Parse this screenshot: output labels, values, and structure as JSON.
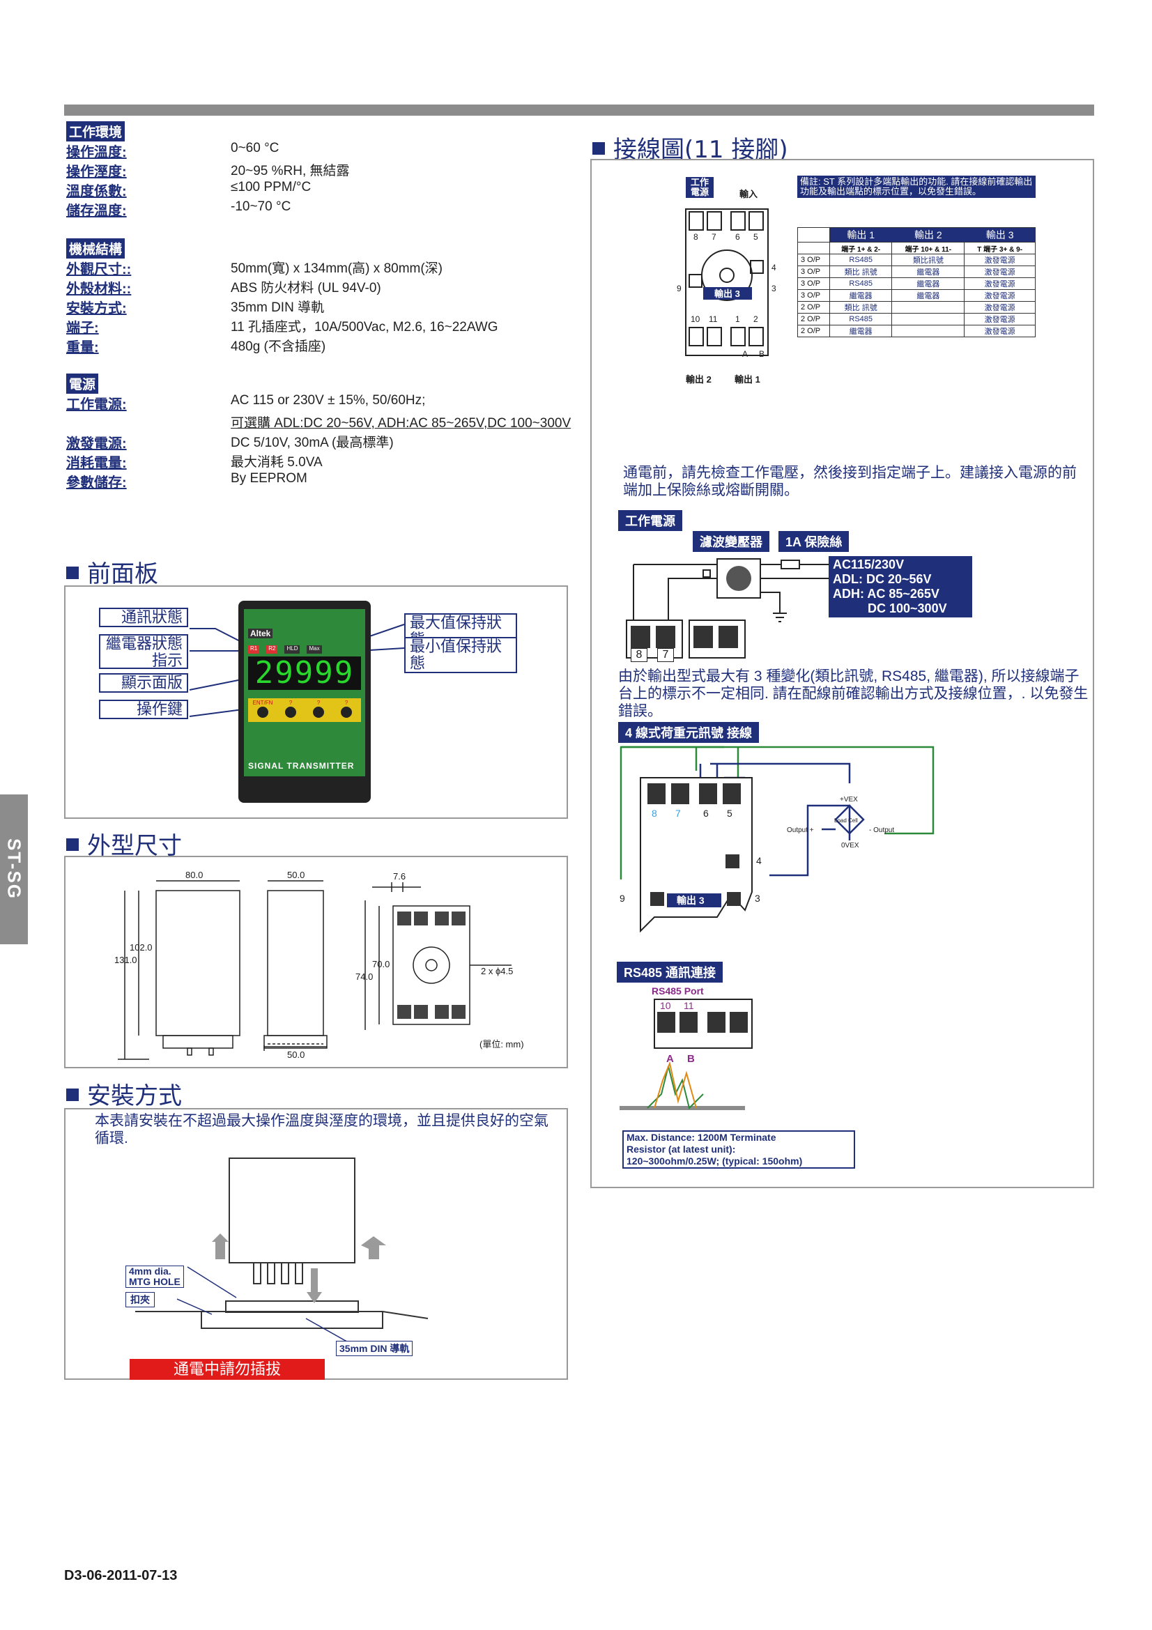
{
  "spec": {
    "env_header": "工作環境",
    "env": [
      {
        "label": "操作溫度:",
        "value": "0~60 °C"
      },
      {
        "label": "操作溼度:",
        "value": "20~95 %RH, 無結露"
      },
      {
        "label": "溫度係數:",
        "value": "≤100 PPM/°C"
      },
      {
        "label": "儲存溫度:",
        "value": "-10~70 °C"
      }
    ],
    "mech_header": "機械結構",
    "mech": [
      {
        "label": "外觀尺寸::",
        "value": "50mm(寬) x 134mm(高) x 80mm(深)"
      },
      {
        "label": "外殼材料::",
        "value": "ABS 防火材料 (UL 94V-0)"
      },
      {
        "label": "安裝方式:",
        "value": "35mm DIN 導軌"
      },
      {
        "label": "端子:",
        "value": "11 孔插座式，10A/500Vac, M2.6, 16~22AWG"
      },
      {
        "label": "重量:",
        "value": "480g (不含插座)"
      }
    ],
    "power_header": "電源",
    "power_label": "工作電源:",
    "power_value1": "AC 115 or 230V ± 15%, 50/60Hz;",
    "power_value2": "可選購 ADL:DC 20~56V, ADH:AC 85~265V,DC 100~300V",
    "power": [
      {
        "label": "激發電源:",
        "value": "DC 5/10V, 30mA (最高標準)"
      },
      {
        "label": "消耗電量:",
        "value": "最大消耗 5.0VA"
      },
      {
        "label": "參數儲存:",
        "value": "By EEPROM"
      }
    ]
  },
  "front": {
    "title": "前面板",
    "callouts_left": [
      "通訊狀態",
      "繼電器狀態",
      "指示",
      "顯示面版",
      "操作鍵"
    ],
    "callouts_right": [
      "最大值保持狀態",
      "最小值保持狀態"
    ],
    "brand": "Altek",
    "display": "29999",
    "leds": [
      "R1",
      "R2",
      "HLD",
      "Max"
    ],
    "keys": [
      "ENT/FN",
      "?",
      "?",
      "?"
    ],
    "bottom_label": "SIGNAL TRANSMITTER"
  },
  "dims": {
    "title": "外型尺寸",
    "w80": "80.0",
    "w50": "50.0",
    "h102": "102.0",
    "h131": "131.0",
    "w50b": "50.0",
    "w76": "7.6",
    "h70": "70.0",
    "h74": "74.0",
    "hole": "2 x ϕ4.5",
    "unit": "(單位: mm)"
  },
  "install": {
    "title": "安裝方式",
    "text": "本表請安裝在不超過最大操作溫度與溼度的環境，並且提供良好的空氣循環.",
    "hole_label1": "4mm dia.",
    "hole_label2": "MTG HOLE",
    "clip_label": "扣夾",
    "din_label": "35mm DIN 導軌",
    "warning": "通電中請勿插拔"
  },
  "wiring": {
    "title": "接線圖(11 接腳)",
    "power_in": "工作電源",
    "input": "輸入",
    "out3": "輸出 3",
    "out2": "輸出 2",
    "out1": "輸出 1",
    "pins_top": [
      "8",
      "7",
      "6",
      "5"
    ],
    "pins_bottom": [
      "10",
      "11",
      "1",
      "2"
    ],
    "pin4": "4",
    "pin9": "9",
    "pin3": "3",
    "pinA": "A",
    "pinB": "B",
    "note": "備註: ST 系列設計多端點輸出的功能. 請在接線前確認輸出功能及輸出端點的標示位置，以免發生錯誤。",
    "table_head": [
      "輸出 1",
      "輸出 2",
      "輸出 3"
    ],
    "table_sub": [
      "端子 1+ & 2-",
      "端子 10+ & 11-",
      "T 端子 3+ & 9-"
    ],
    "table_rows": [
      [
        "3 O/P",
        "RS485",
        "類比訊號",
        "激發電源"
      ],
      [
        "3 O/P",
        "類比 訊號",
        "繼電器",
        "激發電源"
      ],
      [
        "3 O/P",
        "RS485",
        "繼電器",
        "激發電源"
      ],
      [
        "3 O/P",
        "繼電器",
        "繼電器",
        "激發電源"
      ],
      [
        "2 O/P",
        "類比 訊號",
        "",
        "激發電源"
      ],
      [
        "2 O/P",
        "RS485",
        "",
        "激發電源"
      ],
      [
        "2 O/P",
        "繼電器",
        "",
        "激發電源"
      ]
    ],
    "pre_text": "通電前，請先檢查工作電壓，然後接到指定端子上。建議接入電源的前端加上保險絲或熔斷開關。",
    "power_label": "工作電源",
    "filter_label": "濾波變壓器",
    "fuse_label": "1A 保險絲",
    "volt_lines": [
      "AC115/230V",
      "ADL: DC 20~56V",
      "ADH: AC 85~265V",
      "DC 100~300V"
    ],
    "p8": "8",
    "p7": "7",
    "out_text": "由於輸出型式最大有 3 種變化(類比訊號, RS485, 繼電器), 所以接線端子台上的標示不一定相同. 請在配線前確認輸出方式及接線位置，. 以免發生錯誤。",
    "loadcell_label": "4 線式荷重元訊號 接線",
    "lc_pins": [
      "8",
      "7",
      "6",
      "5"
    ],
    "lc_4": "4",
    "lc_9": "9",
    "lc_3": "3",
    "lc_out3": "輸出 3",
    "lc_vex_p": "+VEX",
    "lc_vex_n": "0VEX",
    "lc_out_l": "Output +",
    "lc_out_r": "- Output",
    "lc_cell": "Load Cell",
    "rs485_label": "RS485 通訊連接",
    "rs485_port": "RS485 Port",
    "rs_p10": "10",
    "rs_p11": "11",
    "rs_A": "A",
    "rs_B": "B",
    "max_dist": [
      "Max. Distance: 1200M Terminate",
      "Resistor (at latest unit):",
      "120~300ohm/0.25W; (typical: 150ohm)"
    ]
  },
  "side_tab": "ST-SG",
  "footer": "D3-06-2011-07-13"
}
